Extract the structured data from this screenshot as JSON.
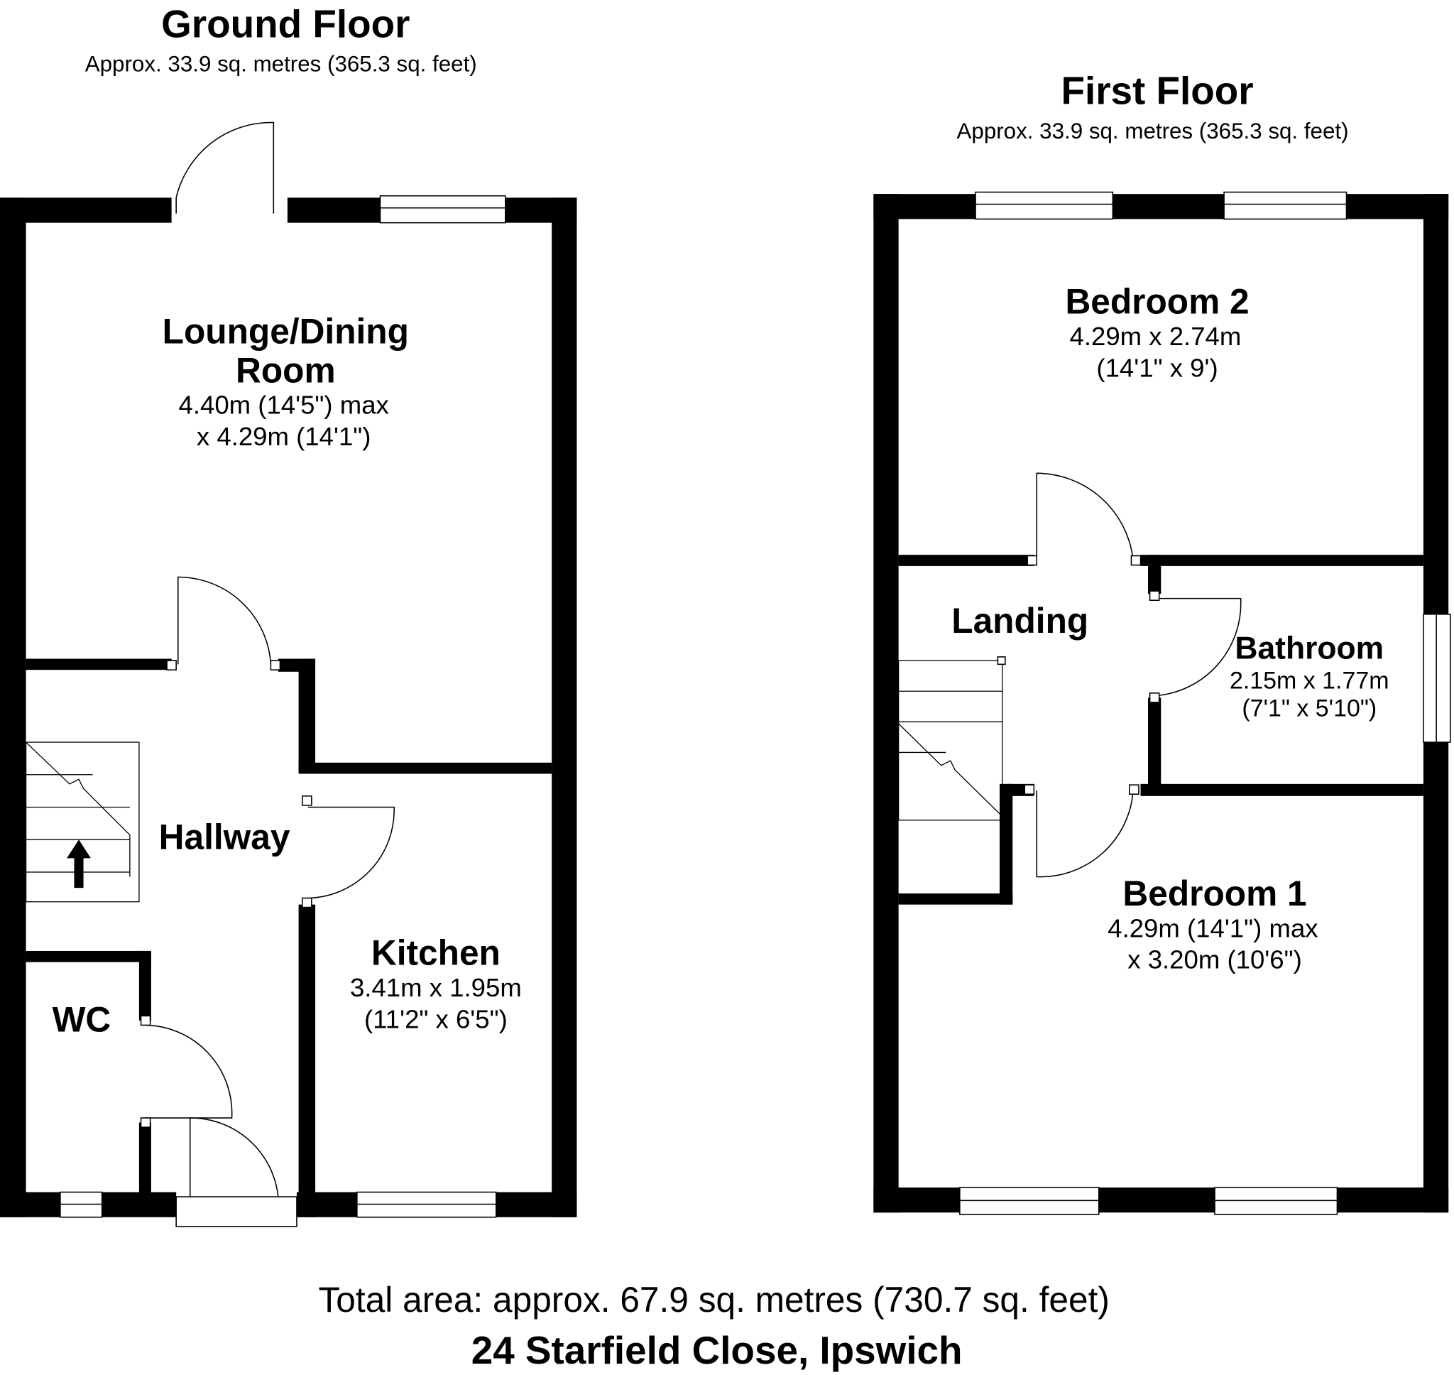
{
  "ground_floor": {
    "title": "Ground Floor",
    "area": "Approx. 33.9 sq. metres (365.3 sq. feet)",
    "rooms": {
      "lounge": {
        "name_line1": "Lounge/Dining",
        "name_line2": "Room",
        "dim_line1": "4.40m (14'5\") max",
        "dim_line2": "x 4.29m (14'1\")"
      },
      "hallway": {
        "name": "Hallway"
      },
      "kitchen": {
        "name": "Kitchen",
        "dim_line1": "3.41m x 1.95m",
        "dim_line2": "(11'2\" x 6'5\")"
      },
      "wc": {
        "name": "WC"
      }
    }
  },
  "first_floor": {
    "title": "First Floor",
    "area": "Approx. 33.9 sq. metres (365.3 sq. feet)",
    "rooms": {
      "bedroom2": {
        "name": "Bedroom 2",
        "dim_line1": "4.29m x 2.74m",
        "dim_line2": "(14'1\" x 9')"
      },
      "landing": {
        "name": "Landing"
      },
      "bathroom": {
        "name": "Bathroom",
        "dim_line1": "2.15m x 1.77m",
        "dim_line2": "(7'1\" x 5'10\")"
      },
      "bedroom1": {
        "name": "Bedroom 1",
        "dim_line1": "4.29m (14'1\") max",
        "dim_line2": "x 3.20m (10'6\")"
      }
    }
  },
  "footer": {
    "total_area": "Total area: approx. 67.9 sq. metres (730.7 sq. feet)",
    "address": "24 Starfield Close, Ipswich"
  }
}
